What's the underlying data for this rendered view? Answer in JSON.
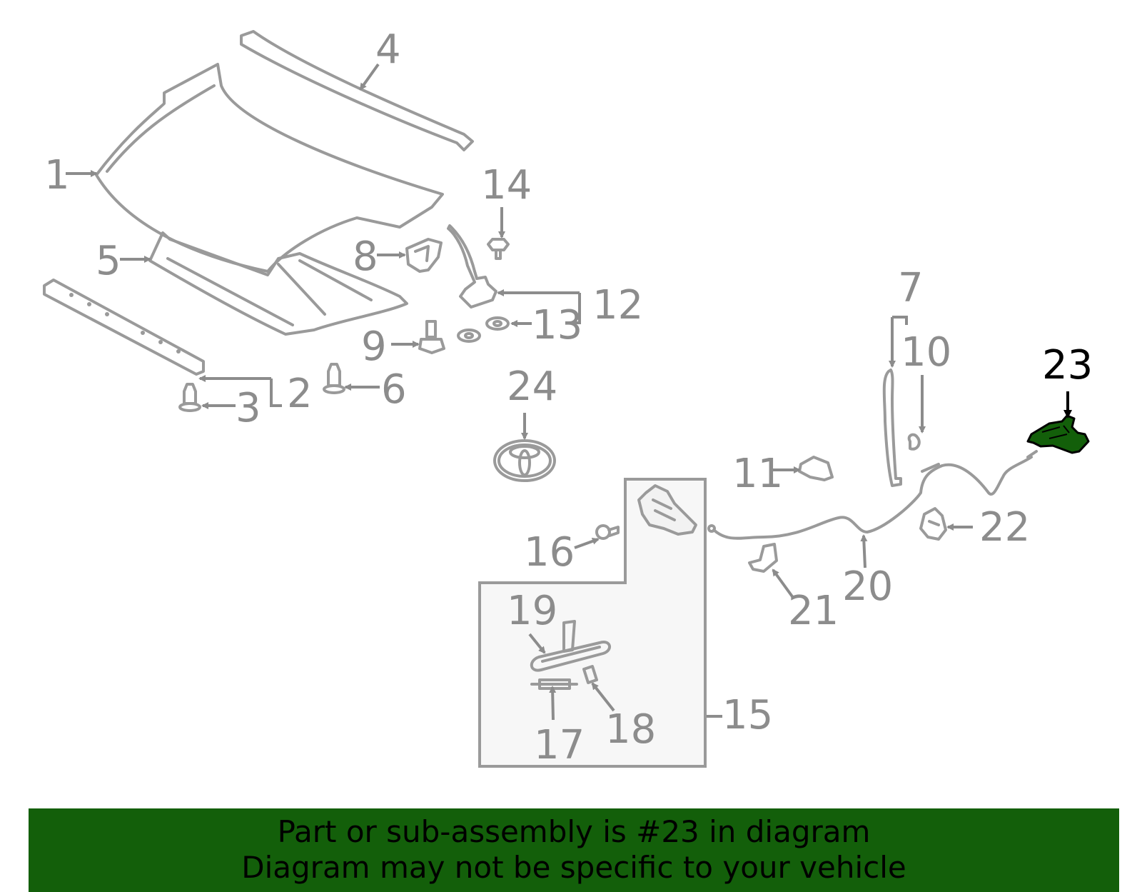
{
  "callouts": {
    "c1": "1",
    "c2": "2",
    "c3": "3",
    "c4": "4",
    "c5": "5",
    "c6": "6",
    "c7": "7",
    "c8": "8",
    "c9": "9",
    "c10": "10",
    "c11": "11",
    "c12": "12",
    "c13": "13",
    "c14": "14",
    "c15": "15",
    "c16": "16",
    "c17": "17",
    "c18": "18",
    "c19": "19",
    "c20": "20",
    "c21": "21",
    "c22": "22",
    "c23": "23",
    "c24": "24"
  },
  "highlight": {
    "callout": "23",
    "color": "#135f0a"
  },
  "colors": {
    "line_art": "#9a9a9a",
    "label": "#8c8c8c",
    "banner_bg": "#135f0a",
    "banner_text": "#000000"
  },
  "banner": {
    "line1": "Part or sub-assembly is #23 in diagram",
    "line2": "Diagram may not be specific to your vehicle"
  }
}
